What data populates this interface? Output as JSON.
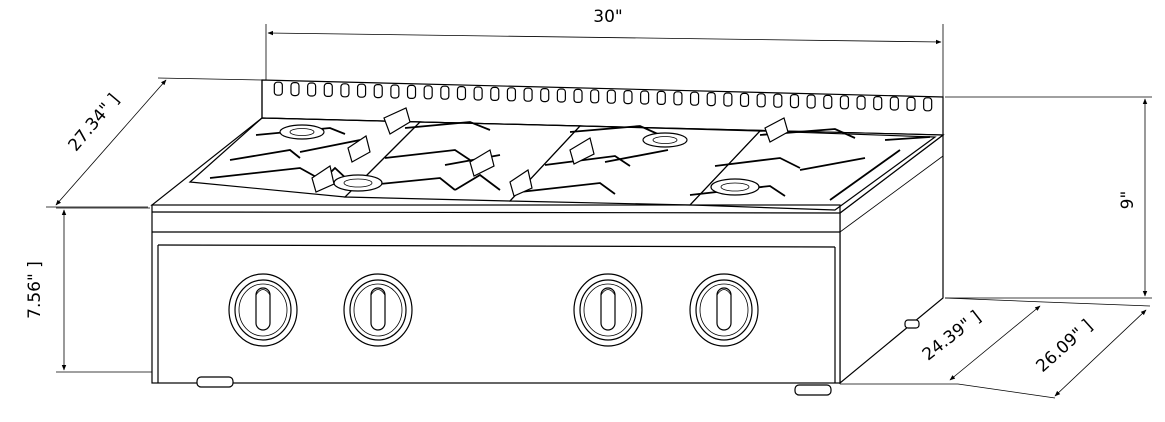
{
  "dimensions": {
    "width": "30\"",
    "depth_top": "27.34\" ]",
    "height_total": "9\"",
    "height_front": "7.56\" ]",
    "depth_base": "24.39\" ]",
    "depth_overall": "26.09\" ]"
  },
  "appliance": {
    "burners": 4,
    "knobs": 4
  }
}
